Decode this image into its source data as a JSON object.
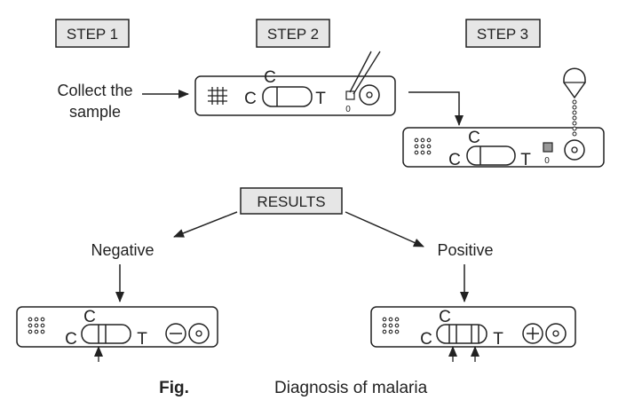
{
  "steps": {
    "step1": "STEP 1",
    "step2": "STEP 2",
    "step3": "STEP 3"
  },
  "collect": {
    "line1": "Collect the",
    "line2": "sample"
  },
  "results_label": "RESULTS",
  "outcomes": {
    "negative": "Negative",
    "positive": "Positive"
  },
  "cassette": {
    "control_label": "C",
    "test_label": "T",
    "well_mark": "0"
  },
  "caption": {
    "fig": "Fig.",
    "title": "Diagnosis of malaria"
  },
  "colors": {
    "ink": "#222222",
    "label_box_fill": "#e6e6e6",
    "sample_fill": "#999999"
  }
}
